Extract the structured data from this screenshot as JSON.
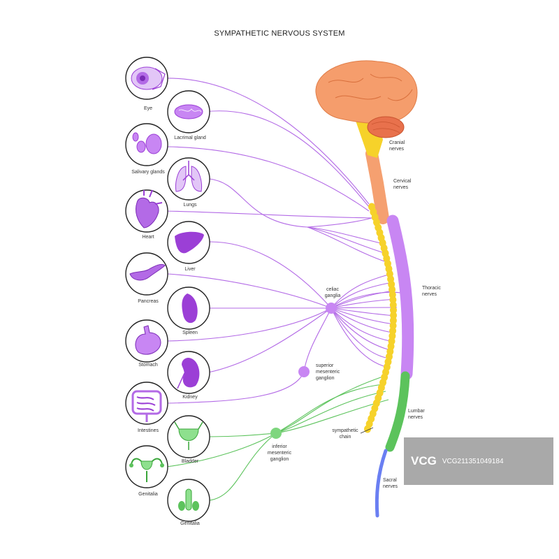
{
  "title": "SYMPATHETIC NERVOUS SYSTEM",
  "organs": [
    {
      "key": "eye",
      "label": "Eye"
    },
    {
      "key": "lacrimal",
      "label": "Lacrimal gland"
    },
    {
      "key": "salivary",
      "label": "Salivary glands"
    },
    {
      "key": "lungs",
      "label": "Lungs"
    },
    {
      "key": "heart",
      "label": "Heart"
    },
    {
      "key": "liver",
      "label": "Liver"
    },
    {
      "key": "pancreas",
      "label": "Pancreas"
    },
    {
      "key": "spleen",
      "label": "Spleen"
    },
    {
      "key": "stomach",
      "label": "Stomach"
    },
    {
      "key": "kidney",
      "label": "Kidney"
    },
    {
      "key": "intestines",
      "label": "Intestines"
    },
    {
      "key": "bladder",
      "label": "Bladder"
    },
    {
      "key": "genitalia_female",
      "label": "Genitalia"
    },
    {
      "key": "genitalia_male",
      "label": "Genitalia"
    }
  ],
  "ganglia": {
    "celiac": "celiac\nganglia",
    "superior": "superior\nmesenteric\nganglion",
    "inferior": "inferior\nmesenteric\nganglion"
  },
  "spine_regions": {
    "cranial": "Cranial\nnerves",
    "cervical": "Cervical\nnerves",
    "thoracic": "Thoracic\nnerves",
    "lumbar": "Lumbar\nnerves",
    "sacral": "Sacral\nnerves"
  },
  "sympathetic_chain": "sympathetic\nchain",
  "watermark": {
    "logo": "VCG",
    "code": "VCG21135104918​4"
  },
  "colors": {
    "purple": "#b36ae6",
    "purple_dark": "#9b3fd6",
    "green": "#5cc35c",
    "yellow": "#f6d22a",
    "orange": "#f5a070",
    "brain": "#f59d6c",
    "cerebellum": "#e86d4a",
    "sacral": "#6a7ff2",
    "circle_stroke": "#222222"
  }
}
